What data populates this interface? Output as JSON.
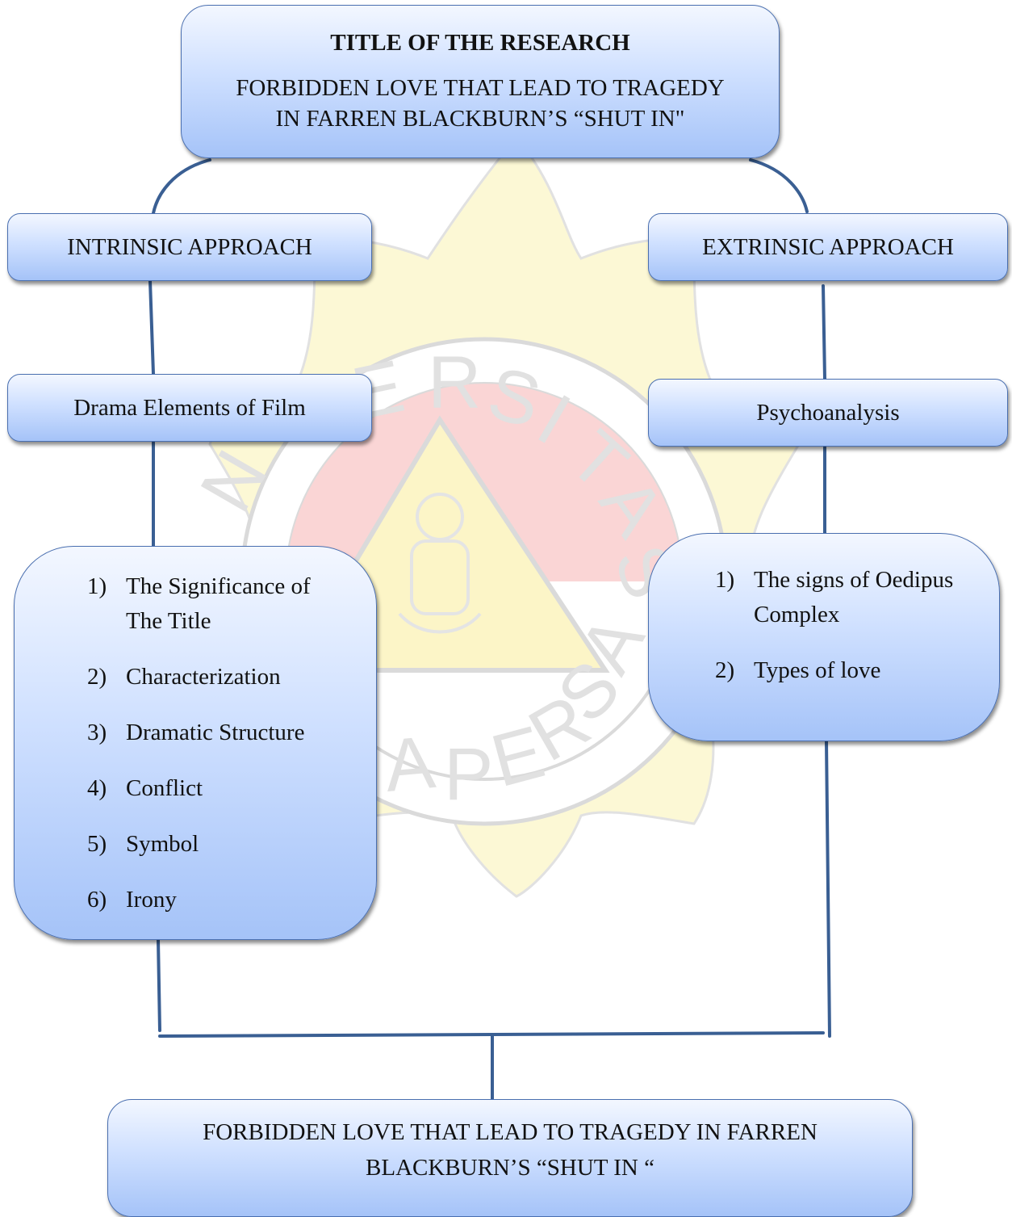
{
  "title": {
    "heading": "TITLE OF THE RESEARCH",
    "line1": "FORBIDDEN LOVE THAT LEAD TO TRAGEDY",
    "line2": "IN FARREN BLACKBURN’S “SHUT IN\""
  },
  "intrinsic": {
    "label": "INTRINSIC APPROACH",
    "method": "Drama Elements of Film",
    "items": [
      {
        "num": "1)",
        "line1": "The Significance of",
        "line2": "The Title"
      },
      {
        "num": "2)",
        "text": "Characterization"
      },
      {
        "num": "3)",
        "text": "Dramatic Structure"
      },
      {
        "num": "4)",
        "text": "Conflict"
      },
      {
        "num": "5)",
        "text": "Symbol"
      },
      {
        "num": "6)",
        "text": "Irony"
      }
    ]
  },
  "extrinsic": {
    "label": "EXTRINSIC APPROACH",
    "method": "Psychoanalysis",
    "items": [
      {
        "num": "1)",
        "line1": "The signs of Oedipus",
        "line2": "Complex"
      },
      {
        "num": "2)",
        "text": "Types of love"
      }
    ]
  },
  "result": {
    "line1": "FORBIDDEN LOVE THAT LEAD TO TRAGEDY IN FARREN",
    "line2": "BLACKBURN’S “SHUT IN “"
  },
  "colors": {
    "box_border": "#4a6fb0",
    "connector": "#3a5f93",
    "watermark_yellow": "#fbf3b4",
    "watermark_red": "#f9c9c9"
  }
}
